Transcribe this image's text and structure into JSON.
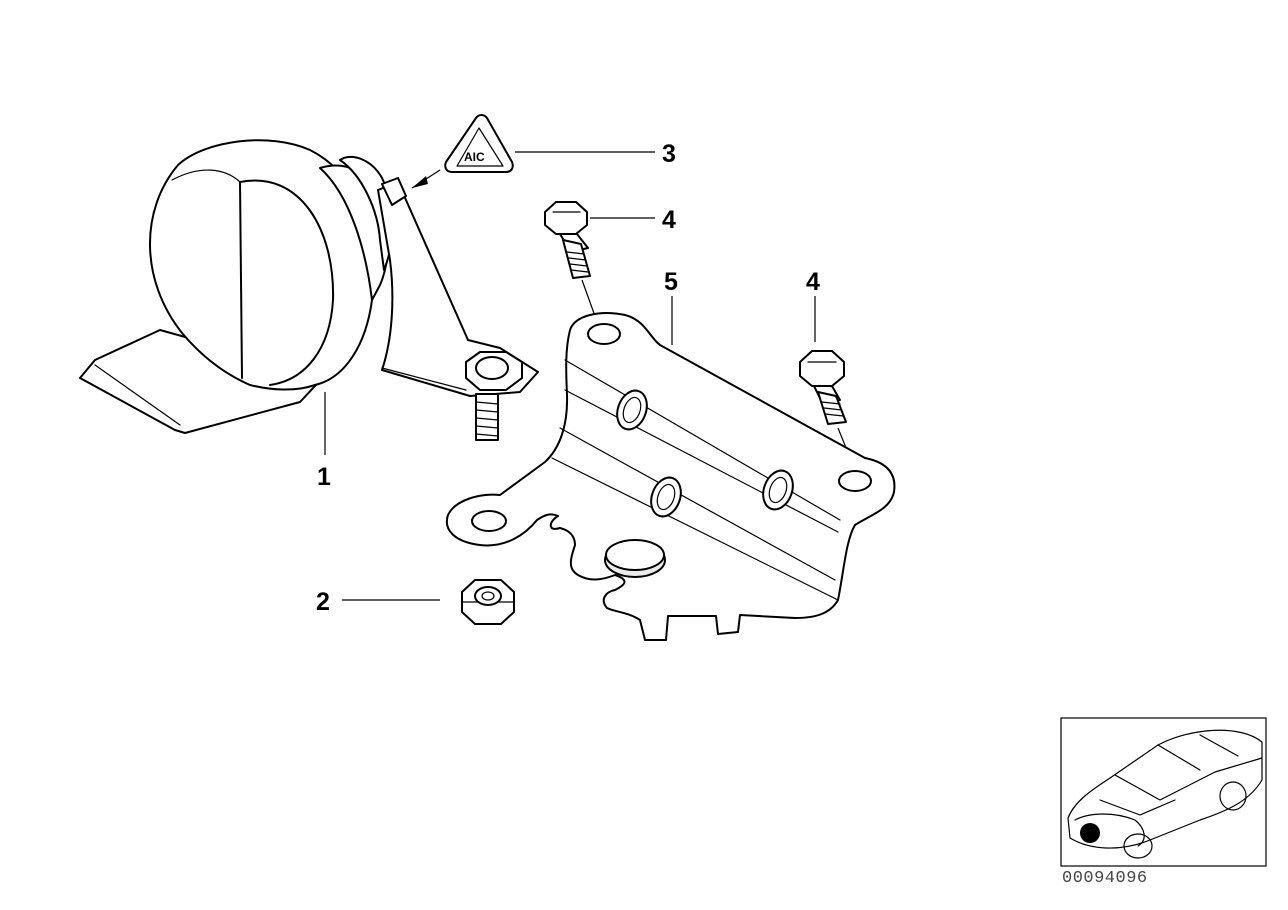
{
  "callouts": {
    "horn": "1",
    "nut": "2",
    "warning_symbol": "3",
    "bolt_top": "4",
    "bracket": "5",
    "bolt_right": "4"
  },
  "reference_number": "00094096",
  "colors": {
    "line": "#000000",
    "background": "#ffffff",
    "locator_dot": "#000000",
    "reference_text": "#444444"
  }
}
